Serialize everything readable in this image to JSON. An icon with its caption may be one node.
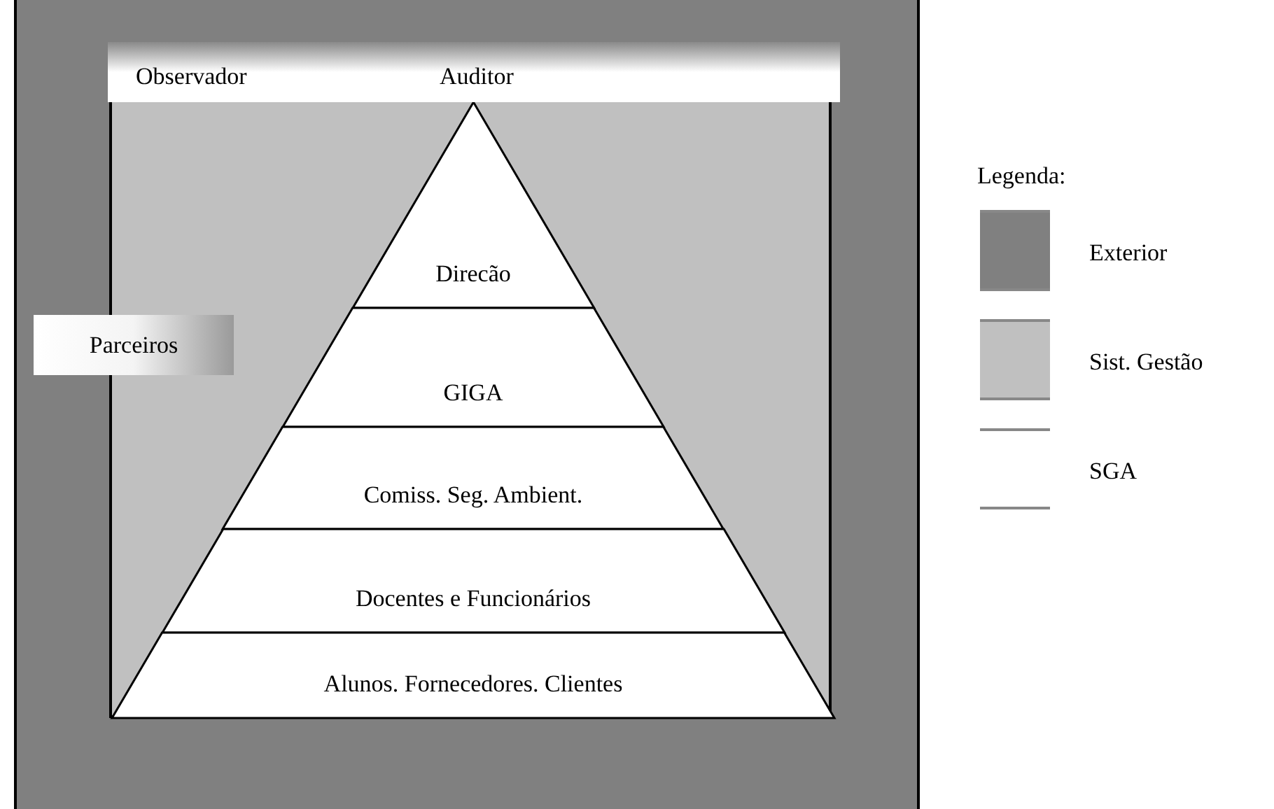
{
  "diagram": {
    "nodes": [
      {
        "text": [],
        "shape": "box"
      },
      {
        "text": [],
        "shape": "box",
        "in": 0
      },
      {
        "text": [
          "Observador",
          "Auditor"
        ],
        "in": 0
      },
      {
        "text": [
          "Parceiros"
        ],
        "in": 0
      },
      {
        "text": [
          "Direcão"
        ],
        "in": 1
      },
      {
        "text": [
          "GIGA"
        ],
        "in": 1
      },
      {
        "text": [
          "Comiss. Seg. Ambient."
        ],
        "in": 1
      },
      {
        "text": [
          "Docentes e Funcionários"
        ],
        "in": 1
      },
      {
        "text": [
          "Alunos. Fornecedores. Clientes"
        ],
        "in": 1
      }
    ],
    "labels": [
      "Legenda:"
    ],
    "legend": [
      {
        "text": "Exterior",
        "color": "#808080"
      },
      {
        "text": "Sist. Gestão",
        "color": "#c0c0c0"
      },
      {
        "text": "SGA",
        "color": "#ffffff"
      }
    ]
  }
}
